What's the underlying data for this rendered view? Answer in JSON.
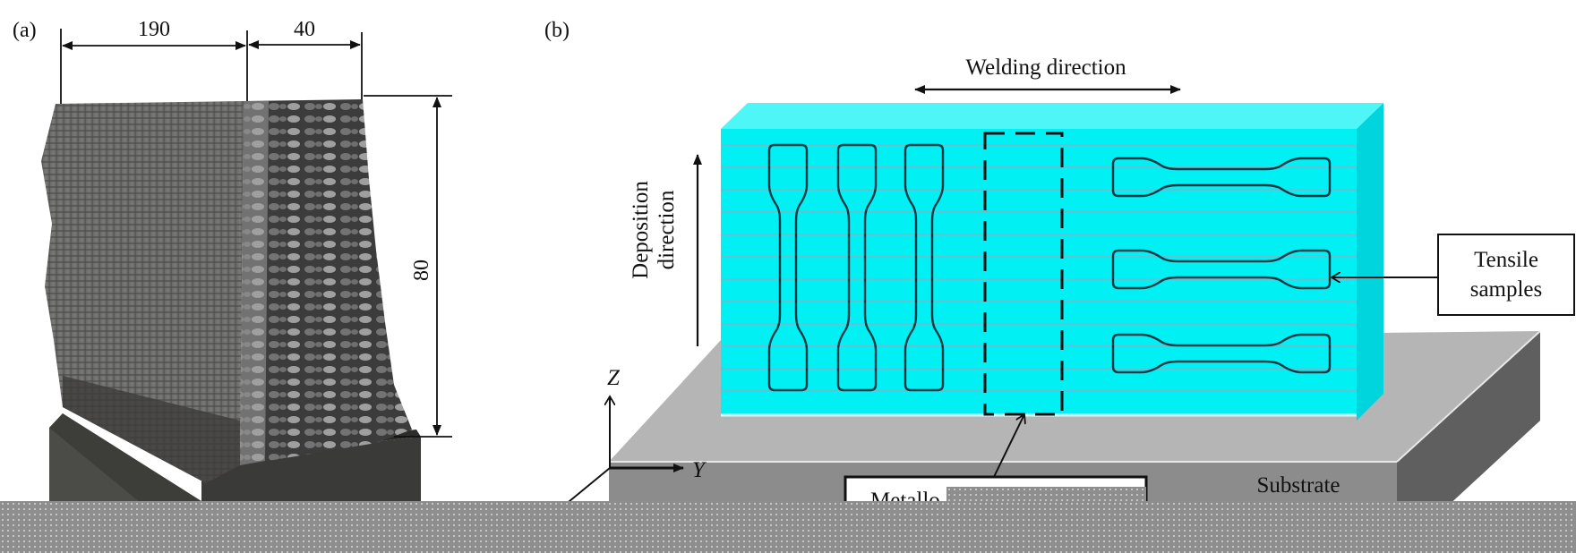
{
  "panels": {
    "a": {
      "label": "(a)",
      "dimensions": {
        "length": "190",
        "width": "40",
        "height": "80"
      }
    },
    "b": {
      "label": "(b)",
      "welding_direction": "Welding direction",
      "deposition_direction": [
        "Deposition",
        "direction"
      ],
      "tensile_samples": [
        "Tensile",
        "samples"
      ],
      "metallographic_label_visible": "Metallo",
      "substrate_label": "Substrate",
      "axes": {
        "z": "Z",
        "y": "Y"
      },
      "vertical_samples_count": 3,
      "horizontal_samples_count": 3
    }
  },
  "colors": {
    "wall_cyan": "#00f0f4",
    "wall_top": "#4ff6f8",
    "wall_side": "#00d4dc",
    "layer_line": "#7fb4c8",
    "substrate_top": "#b5b5b5",
    "substrate_front": "#8a8a8a",
    "substrate_side": "#5e5e5e",
    "photo_metal": "#5a5a5a",
    "photo_base": "#3a3a38"
  }
}
